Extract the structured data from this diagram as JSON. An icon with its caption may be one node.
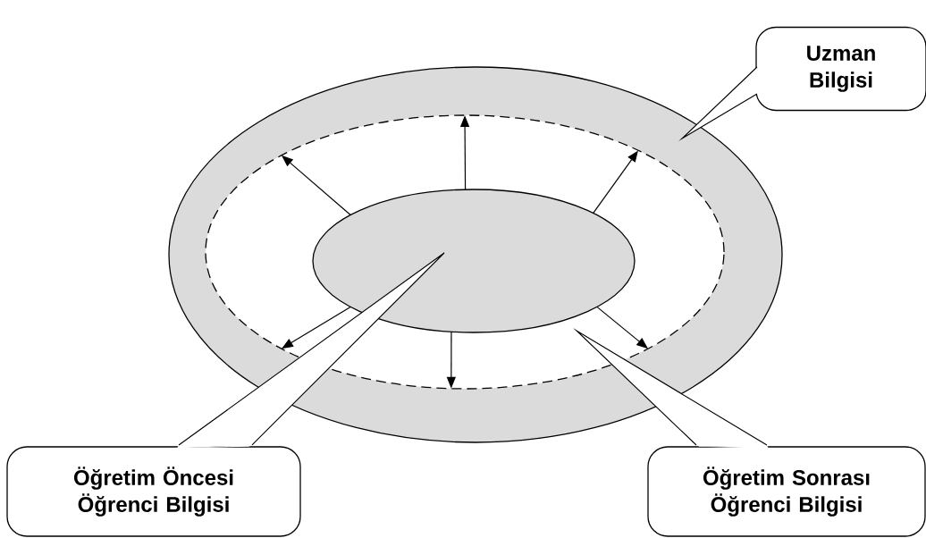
{
  "diagram": {
    "nodes": [
      {
        "text": [],
        "shape": "ellipse"
      },
      {
        "text": [],
        "shape": "ellipse",
        "in": 0
      },
      {
        "text": [],
        "shape": "ellipse",
        "in": 1
      },
      {
        "text": [
          "Uzman Bilgisi"
        ]
      },
      {
        "text": [
          "Öğretim Öncesi Öğrenci Bilgisi"
        ]
      },
      {
        "text": [
          "Öğretim Sonrası Öğrenci Bilgisi"
        ]
      }
    ],
    "edges": [
      {
        "from": 2,
        "to": 1,
        "arrow": "to"
      },
      {
        "from": 2,
        "to": 1,
        "arrow": "to"
      },
      {
        "from": 2,
        "to": 1,
        "arrow": "to"
      },
      {
        "from": 2,
        "to": 1,
        "arrow": "to"
      },
      {
        "from": 2,
        "to": 1,
        "arrow": "to"
      },
      {
        "from": 2,
        "to": 1,
        "arrow": "to"
      },
      {
        "from": 3,
        "to": null,
        "arrow": "none"
      },
      {
        "from": 4,
        "to": null,
        "arrow": "none"
      },
      {
        "from": 5,
        "to": null,
        "arrow": "none"
      }
    ]
  }
}
